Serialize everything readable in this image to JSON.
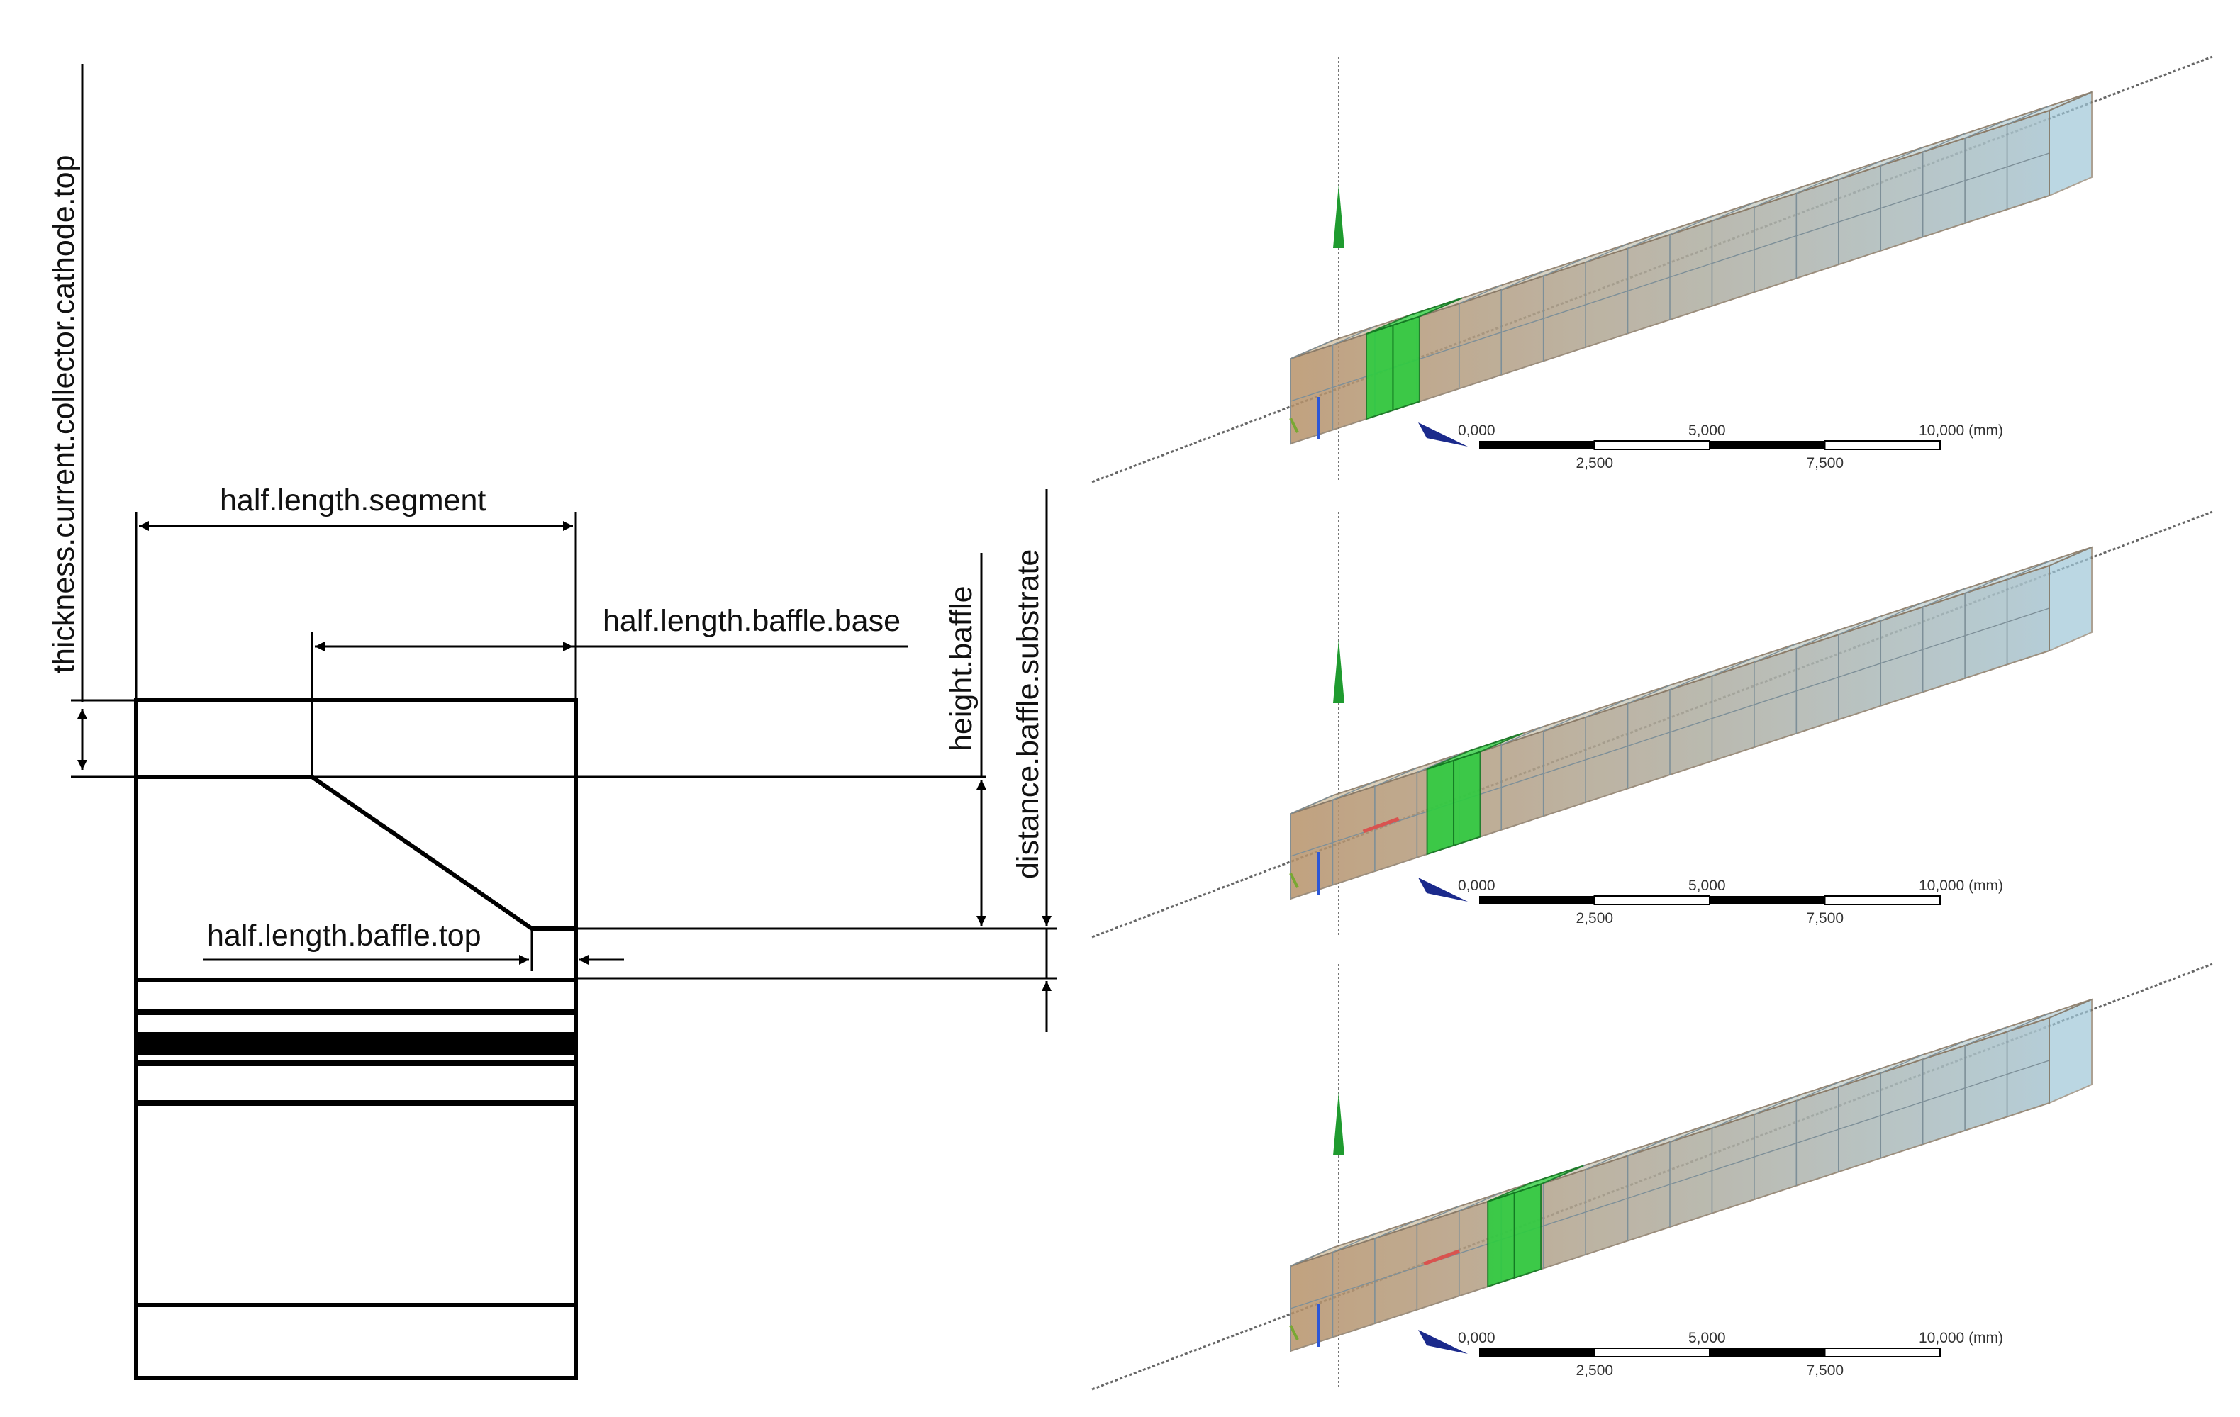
{
  "cross_section": {
    "labels": {
      "thickness_cc_cathode_top": "thickness.current.collector.cathode.top",
      "half_length_segment": "half.length.segment",
      "half_length_baffle_base": "half.length.baffle.base",
      "height_baffle": "height.baffle",
      "distance_baffle_substrate": "distance.baffle.substrate",
      "half_length_baffle_top": "half.length.baffle.top"
    }
  },
  "views": [
    {
      "scale": {
        "l0": "0,000",
        "l1": "5,000",
        "l2": "10,000 (mm)",
        "l3": "2,500",
        "l4": "7,500"
      },
      "highlight_segment": 1,
      "flow_marker": false
    },
    {
      "scale": {
        "l0": "0,000",
        "l1": "5,000",
        "l2": "10,000 (mm)",
        "l3": "2,500",
        "l4": "7,500"
      },
      "highlight_segment": 2,
      "flow_marker": true
    },
    {
      "scale": {
        "l0": "0,000",
        "l1": "5,000",
        "l2": "10,000 (mm)",
        "l3": "2,500",
        "l4": "7,500"
      },
      "highlight_segment": 3,
      "flow_marker": true
    }
  ],
  "colors": {
    "line": "#000000",
    "highlight": "#2ecc40",
    "mesh_tan": "#c9a57a",
    "mesh_blue": "#9fc7d8",
    "axis_green": "#1f9b2f",
    "axis_blue": "#1b2a8c"
  }
}
